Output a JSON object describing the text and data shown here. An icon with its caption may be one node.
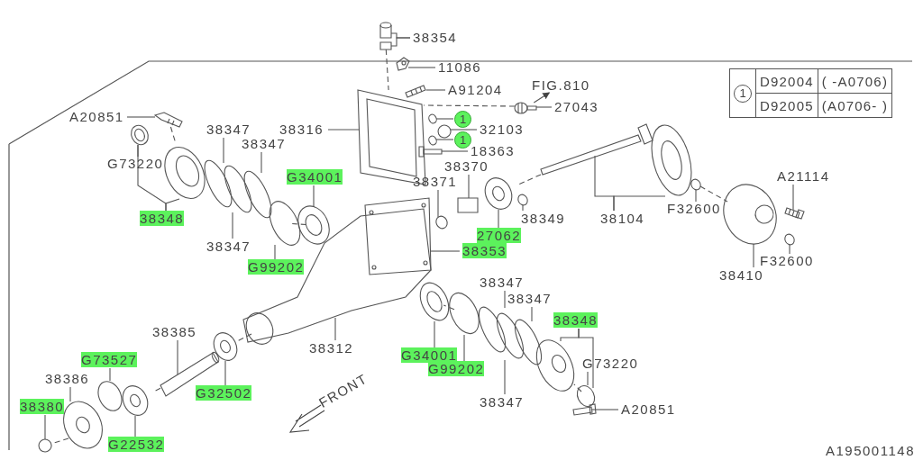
{
  "diagram": {
    "nodes": [
      {
        "text": [
          "38354"
        ]
      },
      {
        "text": [
          "11086"
        ]
      },
      {
        "text": [
          "A91204"
        ]
      },
      {
        "text": [
          "27043"
        ]
      },
      {
        "text": [
          "A20851"
        ]
      },
      {
        "text": [
          "1"
        ]
      },
      {
        "text": [
          "38347"
        ]
      },
      {
        "text": [
          "38316"
        ]
      },
      {
        "text": [
          "32103"
        ]
      },
      {
        "text": [
          "1"
        ]
      },
      {
        "text": [
          "38347"
        ]
      },
      {
        "text": [
          "18363"
        ]
      },
      {
        "text": [
          "G73220"
        ]
      },
      {
        "text": [
          "38370"
        ]
      },
      {
        "text": [
          "A21114"
        ]
      },
      {
        "text": [
          "G34001"
        ]
      },
      {
        "text": [
          "38371"
        ]
      },
      {
        "text": [
          "F32600"
        ]
      },
      {
        "text": [
          "38349"
        ]
      },
      {
        "text": [
          "38104"
        ]
      },
      {
        "text": [
          "38348"
        ]
      },
      {
        "text": [
          "27062"
        ]
      },
      {
        "text": [
          "38347"
        ]
      },
      {
        "text": [
          "38353"
        ]
      },
      {
        "text": [
          "F32600"
        ]
      },
      {
        "text": [
          "G99202"
        ]
      },
      {
        "text": [
          "38410"
        ]
      },
      {
        "text": [
          "38347"
        ]
      },
      {
        "text": [
          "38347"
        ]
      },
      {
        "text": [
          "38348"
        ]
      },
      {
        "text": [
          "38385"
        ]
      },
      {
        "text": [
          "38312"
        ]
      },
      {
        "text": [
          "G34001"
        ]
      },
      {
        "text": [
          "G73527"
        ]
      },
      {
        "text": [
          "G73220"
        ]
      },
      {
        "text": [
          "G99202"
        ]
      },
      {
        "text": [
          "38386"
        ]
      },
      {
        "text": [
          "G32502"
        ]
      },
      {
        "text": [
          "38347"
        ]
      },
      {
        "text": [
          "A20851"
        ]
      },
      {
        "text": [
          "38380"
        ]
      },
      {
        "text": [
          "G22532"
        ]
      },
      {
        "text": [],
        "shape": "picture"
      },
      {
        "text": [],
        "shape": "box"
      },
      {
        "text": [],
        "shape": "picture"
      },
      {
        "text": [],
        "shape": "picture"
      },
      {
        "text": [],
        "shape": "picture"
      },
      {
        "text": [],
        "shape": "picture"
      },
      {
        "text": [],
        "shape": "circle"
      },
      {
        "text": [],
        "shape": "circle"
      },
      {
        "text": [],
        "shape": "picture"
      },
      {
        "text": [],
        "shape": "circle"
      },
      {
        "text": [],
        "shape": "picture"
      },
      {
        "text": [],
        "shape": "picture"
      },
      {
        "text": [],
        "shape": "picture"
      },
      {
        "text": [],
        "shape": "picture"
      },
      {
        "text": [],
        "shape": "bar"
      },
      {
        "text": [],
        "shape": "circle"
      },
      {
        "text": [],
        "shape": "circle"
      },
      {
        "text": [],
        "shape": "circle"
      },
      {
        "text": [],
        "shape": "picture"
      },
      {
        "text": [],
        "shape": "circle"
      },
      {
        "text": [],
        "shape": "circle"
      },
      {
        "text": [],
        "shape": "box"
      },
      {
        "text": [],
        "shape": "picture"
      },
      {
        "text": [],
        "shape": "picture"
      },
      {
        "text": [],
        "shape": "circle"
      },
      {
        "text": [],
        "shape": "circle"
      },
      {
        "text": [],
        "shape": "picture"
      },
      {
        "text": [],
        "shape": "picture"
      },
      {
        "text": [],
        "shape": "circle"
      },
      {
        "text": [],
        "shape": "picture"
      },
      {
        "text": [],
        "shape": "picture"
      },
      {
        "text": [],
        "shape": "circle"
      },
      {
        "text": [],
        "shape": "circle"
      },
      {
        "text": [],
        "shape": "circle"
      },
      {
        "text": [],
        "shape": "circle"
      },
      {
        "text": [],
        "shape": "picture"
      },
      {
        "text": [],
        "shape": "picture"
      },
      {
        "text": [],
        "shape": "picture"
      },
      {
        "text": [],
        "shape": "circle"
      },
      {
        "text": [],
        "shape": "circle"
      },
      {
        "text": [],
        "shape": "picture"
      },
      {
        "text": [],
        "shape": "picture"
      },
      {
        "text": [],
        "shape": "picture"
      },
      {
        "text": [],
        "shape": "circle"
      },
      {
        "text": [
          "FIG.810"
        ]
      }
    ],
    "edges": [
      {
        "from": 0,
        "to": 42,
        "arrow": "none"
      },
      {
        "from": 0,
        "to": 43,
        "arrow": "none"
      },
      {
        "from": 1,
        "to": 44,
        "arrow": "none"
      },
      {
        "from": 2,
        "to": 45,
        "arrow": "none"
      },
      {
        "from": 3,
        "to": 46,
        "arrow": "none"
      },
      {
        "from": 4,
        "to": 47,
        "arrow": "none"
      },
      {
        "from": 5,
        "to": 48,
        "arrow": "none"
      },
      {
        "from": 6,
        "to": 57,
        "arrow": "none"
      },
      {
        "from": 7,
        "to": 53,
        "arrow": "none"
      },
      {
        "from": 8,
        "to": 49,
        "arrow": "none"
      },
      {
        "from": 9,
        "to": 51,
        "arrow": "none"
      },
      {
        "from": 10,
        "to": 61,
        "arrow": "none"
      },
      {
        "from": 11,
        "to": 52,
        "arrow": "none"
      },
      {
        "from": 12,
        "to": 50,
        "arrow": "none"
      },
      {
        "from": 13,
        "to": 63,
        "arrow": "none"
      },
      {
        "from": 14,
        "to": 64,
        "arrow": "none"
      },
      {
        "from": 15,
        "to": 68,
        "arrow": "none"
      },
      {
        "from": 16,
        "to": 66,
        "arrow": "none"
      },
      {
        "from": 17,
        "to": 58,
        "arrow": "none"
      },
      {
        "from": 18,
        "to": 62,
        "arrow": "none"
      },
      {
        "from": 19,
        "to": 56,
        "arrow": "none"
      },
      {
        "from": 19,
        "to": 54,
        "arrow": "none"
      },
      {
        "from": 20,
        "to": 50,
        "arrow": "none"
      },
      {
        "from": 20,
        "to": 55,
        "arrow": "none"
      },
      {
        "from": 21,
        "to": 60,
        "arrow": "none"
      },
      {
        "from": 22,
        "to": 59,
        "arrow": "none"
      },
      {
        "from": 23,
        "to": 69,
        "arrow": "none"
      },
      {
        "from": 24,
        "to": 70,
        "arrow": "none"
      },
      {
        "from": 25,
        "to": 67,
        "arrow": "none"
      },
      {
        "from": 26,
        "to": 65,
        "arrow": "none"
      },
      {
        "from": 27,
        "to": 74,
        "arrow": "none"
      },
      {
        "from": 28,
        "to": 76,
        "arrow": "none"
      },
      {
        "from": 29,
        "to": 78,
        "arrow": "none"
      },
      {
        "from": 29,
        "to": 80,
        "arrow": "none"
      },
      {
        "from": 30,
        "to": 79,
        "arrow": "none"
      },
      {
        "from": 31,
        "to": 71,
        "arrow": "none"
      },
      {
        "from": 32,
        "to": 72,
        "arrow": "none"
      },
      {
        "from": 33,
        "to": 81,
        "arrow": "none"
      },
      {
        "from": 34,
        "to": 80,
        "arrow": "none"
      },
      {
        "from": 35,
        "to": 73,
        "arrow": "none"
      },
      {
        "from": 36,
        "to": 84,
        "arrow": "none"
      },
      {
        "from": 37,
        "to": 77,
        "arrow": "none"
      },
      {
        "from": 38,
        "to": 75,
        "arrow": "none"
      },
      {
        "from": 39,
        "to": 83,
        "arrow": "none"
      },
      {
        "from": 40,
        "to": 85,
        "arrow": "none"
      },
      {
        "from": 41,
        "to": 82,
        "arrow": "none"
      },
      {
        "from": 43,
        "to": 53,
        "arrow": "none",
        "style": "dashed"
      },
      {
        "from": 47,
        "to": 55,
        "arrow": "none",
        "style": "dashed"
      },
      {
        "from": 46,
        "to": 53,
        "arrow": "none",
        "style": "dashed"
      },
      {
        "from": 67,
        "to": 68,
        "arrow": "none",
        "style": "dashed"
      },
      {
        "from": 56,
        "to": 60,
        "arrow": "none",
        "style": "dashed"
      },
      {
        "from": 58,
        "to": 65,
        "arrow": "none",
        "style": "dashed"
      },
      {
        "from": 72,
        "to": 73,
        "arrow": "none",
        "style": "dashed"
      },
      {
        "from": 78,
        "to": 80,
        "arrow": "none",
        "style": "dashed"
      },
      {
        "from": 71,
        "to": 77,
        "arrow": "none",
        "style": "dashed"
      },
      {
        "from": 79,
        "to": 82,
        "arrow": "none",
        "style": "dashed"
      },
      {
        "from": 84,
        "to": 85,
        "arrow": "none",
        "style": "dashed"
      },
      {
        "from": 46,
        "to": 86,
        "arrow": "to"
      }
    ],
    "labels": [
      "1",
      "D92004",
      "( -A0706)",
      "D92005",
      "(A0706- )",
      "FRONT",
      "A195001148"
    ]
  }
}
